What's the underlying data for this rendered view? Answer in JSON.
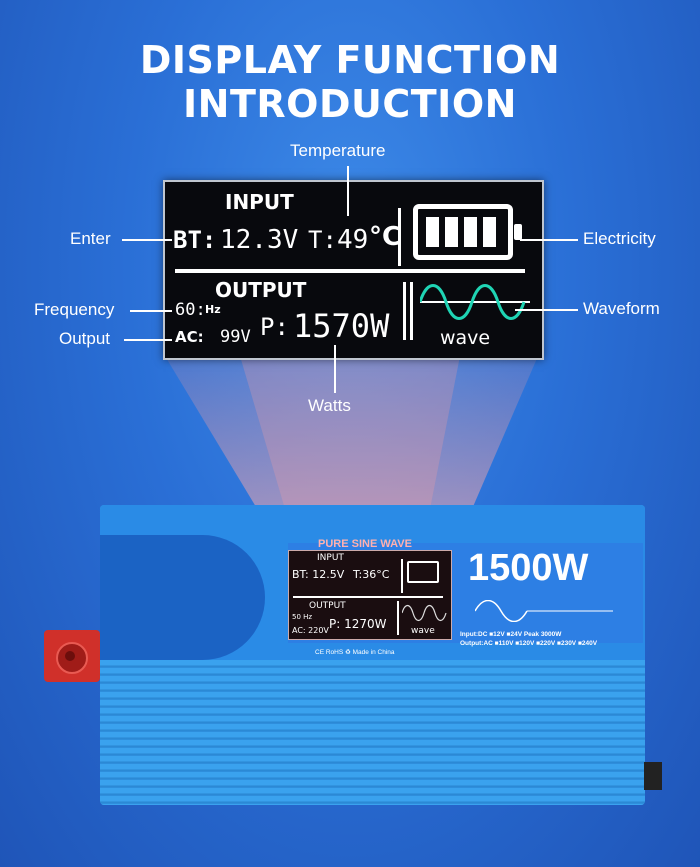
{
  "title": "DISPLAY FUNCTION INTRODUCTION",
  "callouts": {
    "temperature": "Temperature",
    "enter": "Enter",
    "electricity": "Electricity",
    "frequency": "Frequency",
    "waveform": "Waveform",
    "output": "Output",
    "watts": "Watts"
  },
  "lcd": {
    "input_label": "INPUT",
    "bt_label": "BT:",
    "bt_value": "12.3V",
    "temp_label": "T:",
    "temp_value": "49",
    "temp_unit": "°C",
    "output_label": "OUTPUT",
    "freq_value": "60:",
    "freq_unit": "Hz",
    "ac_label": "AC:",
    "ac_value": "99V",
    "power_label": "P:",
    "power_value": "1570W",
    "wave_label": "wave",
    "battery_level": 1.0
  },
  "inverter": {
    "pure_sine": "PURE SINE WAVE",
    "rating": "1500W",
    "mini_input": "INPUT",
    "mini_bt": "BT: 12.5V",
    "mini_t": "T:36°C",
    "mini_output": "OUTPUT",
    "mini_freq": "50 Hz",
    "mini_ac": "AC: 220V",
    "mini_p": "P: 1270W",
    "mini_wave": "wave",
    "spec_input": "Input:DC   ■12V  ■24V   Peak 3000W",
    "spec_output": "Output:AC ■110V ■120V ■220V ■230V ■240V",
    "cert": "CE RoHS  ♻   Made in China"
  },
  "colors": {
    "background": "#2a6fd6",
    "lcd_bg": "#08090d",
    "inverter_body": "#2d8ee0",
    "terminal": "#d0302a"
  }
}
